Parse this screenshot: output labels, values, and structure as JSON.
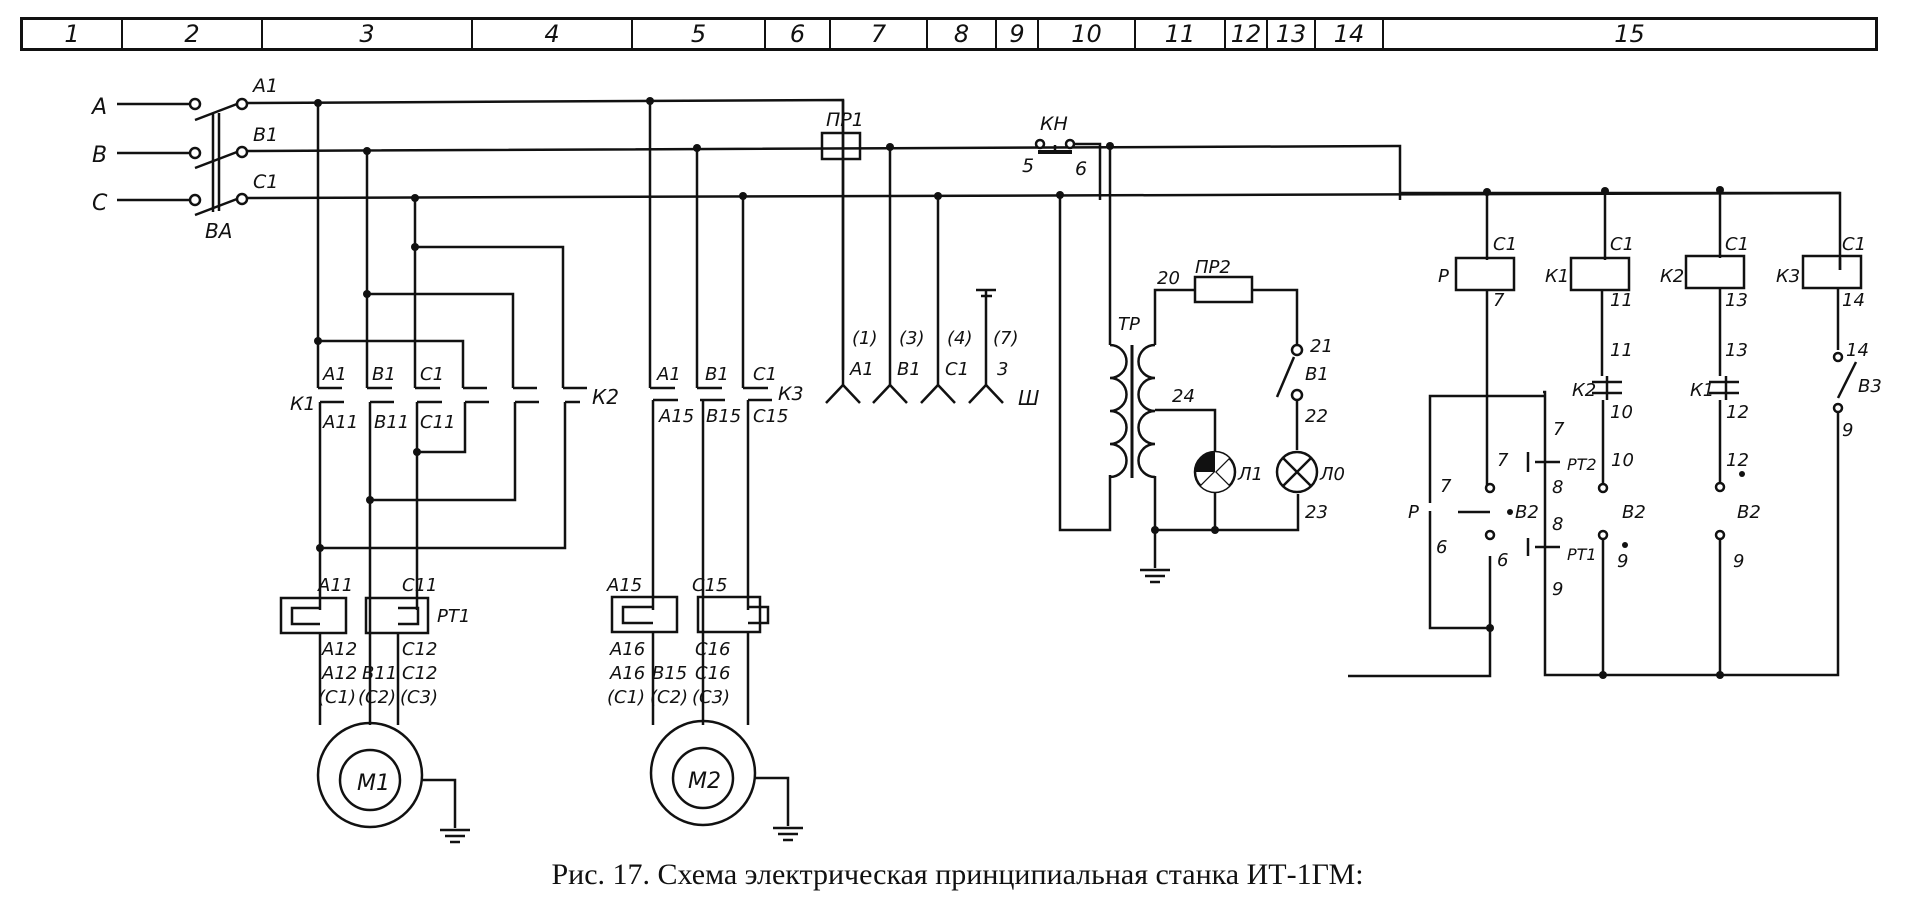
{
  "zones": [
    "1",
    "2",
    "3",
    "4",
    "5",
    "6",
    "7",
    "8",
    "9",
    "10",
    "11",
    "12",
    "13",
    "14",
    "15"
  ],
  "caption": "Рис. 17. Схема электрическая принципиальная станка ИТ-1ГМ:",
  "labels": {
    "phase_a": "A",
    "phase_b": "B",
    "phase_c": "C",
    "a1": "A1",
    "b1": "B1",
    "c1": "C1",
    "switch_main": "ВА",
    "fuse1": "ПР1",
    "fuse2": "ПР2",
    "button_kn": "КН",
    "kn_5": "5",
    "kn_6": "6",
    "k1": "К1",
    "k2": "К2",
    "k3": "К3",
    "k1_a1": "A1",
    "k1_b1": "B1",
    "k1_c1": "C1",
    "k1_a11": "A11",
    "k1_b11": "B11",
    "k1_c11": "C11",
    "k3_a1": "A1",
    "k3_b1": "B1",
    "k3_c1": "C1",
    "k3_a15": "A15",
    "k3_b15": "B15",
    "k3_c15": "C15",
    "rt1": "РТ1",
    "m1_a11": "A11",
    "m1_c11": "C11",
    "m1_a12": "A12",
    "m1_c12": "C12",
    "m1_a12b": "A12",
    "m1_b11": "B11",
    "m1_c12b": "C12",
    "m1_c1": "(C1)",
    "m1_c2": "(C2)",
    "m1_c3": "(C3)",
    "m2_a15": "A15",
    "m2_c15": "C15",
    "m2_a16": "A16",
    "m2_c16": "C16",
    "m2_a16b": "A16",
    "m2_b15": "B15",
    "m2_c16b": "C16",
    "m2_c1": "(C1)",
    "m2_c2": "(C2)",
    "m2_c3": "(C3)",
    "motor1": "M1",
    "motor2": "M2",
    "plug_1": "(1)",
    "plug_3": "(3)",
    "plug_4": "(4)",
    "plug_7": "(7)",
    "plug_a1": "A1",
    "plug_b1": "B1",
    "plug_c1": "C1",
    "plug_3b": "3",
    "socket": "Ш",
    "transformer": "ТР",
    "n20": "20",
    "n21": "21",
    "n22": "22",
    "n23": "23",
    "n24": "24",
    "switch_v1": "В1",
    "lamp_l1": "Л1",
    "lamp_l0": "Л0",
    "relay_p": "Р",
    "coil_k1": "К1",
    "coil_k2": "К2",
    "coil_k3": "К3",
    "c1_p": "C1",
    "c1_k1": "C1",
    "c1_k2": "C1",
    "c1_k3": "C1",
    "n7": "7",
    "n11": "11",
    "n13": "13",
    "n14": "14",
    "n11b": "11",
    "n13b": "13",
    "n14b": "14",
    "k2_contact": "К2",
    "k1_contact": "К1",
    "n10": "10",
    "n12": "12",
    "switch_v3": "В3",
    "n9_v3": "9",
    "ctrl_7a": "7",
    "ctrl_7b": "7",
    "ctrl_7c": "7",
    "rt2": "РТ2",
    "n10b": "10",
    "n12b": "12",
    "p_lbl": "Р",
    "b2_a": "В2",
    "b2_b": "В2",
    "b2_c": "В2",
    "n8a": "8",
    "n8b": "8",
    "n6a": "6",
    "n6b": "6",
    "rt1b": "РТ1",
    "n9a": "9",
    "n9b": "9",
    "n9c": "9"
  }
}
